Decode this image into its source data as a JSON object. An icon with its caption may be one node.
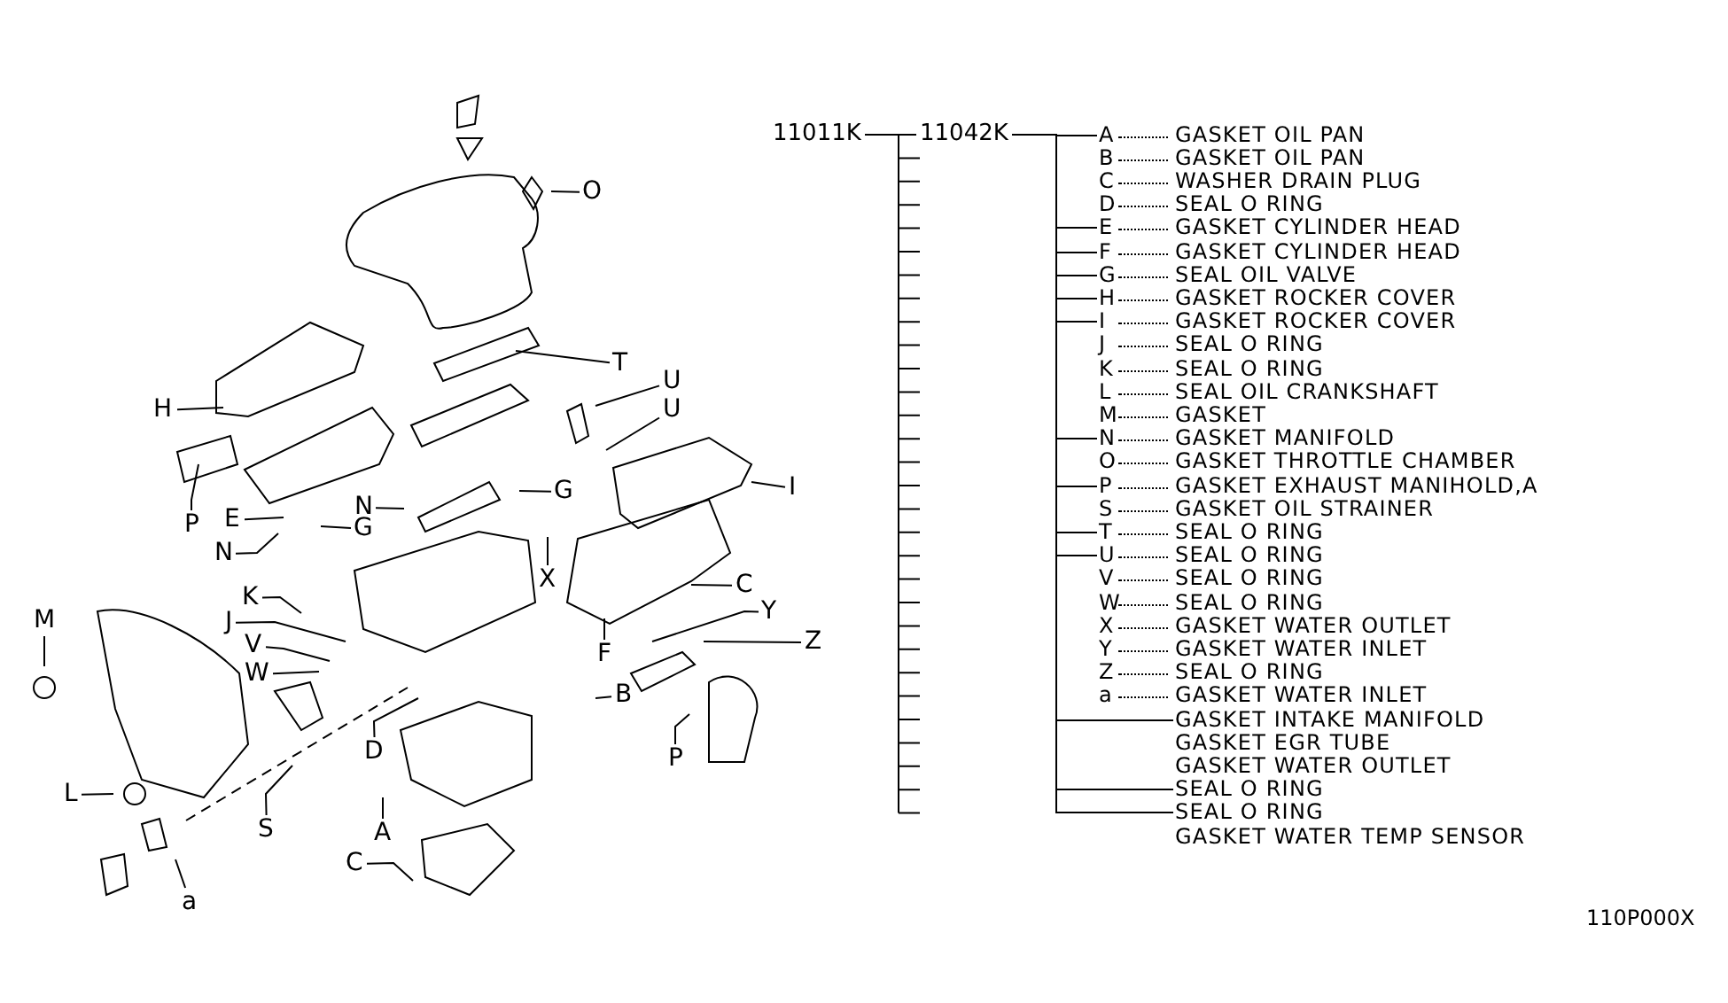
{
  "diagram": {
    "nodes": [
      {
        "text": [
          "11011K"
        ]
      },
      {
        "text": [
          "11042K"
        ]
      },
      {
        "text": [
          "A",
          "GASKET OIL PAN"
        ]
      },
      {
        "text": [
          "B",
          "GASKET OIL PAN"
        ]
      },
      {
        "text": [
          "C",
          "WASHER DRAIN PLUG"
        ]
      },
      {
        "text": [
          "D",
          "SEAL O RING"
        ]
      },
      {
        "text": [
          "E",
          "GASKET CYLINDER HEAD"
        ]
      },
      {
        "text": [
          "F",
          "GASKET CYLINDER HEAD"
        ]
      },
      {
        "text": [
          "G",
          "SEAL OIL VALVE"
        ]
      },
      {
        "text": [
          "H",
          "GASKET ROCKER COVER"
        ]
      },
      {
        "text": [
          "I",
          "GASKET ROCKER COVER"
        ]
      },
      {
        "text": [
          "J",
          "SEAL O RING"
        ]
      },
      {
        "text": [
          "K",
          "SEAL O RING"
        ]
      },
      {
        "text": [
          "L",
          "SEAL OIL CRANKSHAFT"
        ]
      },
      {
        "text": [
          "M",
          "GASKET"
        ]
      },
      {
        "text": [
          "N",
          "GASKET MANIFOLD"
        ]
      },
      {
        "text": [
          "O",
          "GASKET THROTTLE CHAMBER"
        ]
      },
      {
        "text": [
          "P",
          "GASKET EXHAUST MANIHOLD,A"
        ]
      },
      {
        "text": [
          "S",
          "GASKET OIL STRAINER"
        ]
      },
      {
        "text": [
          "T",
          "SEAL O RING"
        ]
      },
      {
        "text": [
          "U",
          "SEAL O RING"
        ]
      },
      {
        "text": [
          "V",
          "SEAL O RING"
        ]
      },
      {
        "text": [
          "W",
          "SEAL O RING"
        ]
      },
      {
        "text": [
          "X",
          "GASKET WATER OUTLET"
        ]
      },
      {
        "text": [
          "Y",
          "GASKET WATER INLET"
        ]
      },
      {
        "text": [
          "Z",
          "SEAL O RING"
        ]
      },
      {
        "text": [
          "a",
          "GASKET WATER INLET"
        ]
      },
      {
        "text": [
          "GASKET INTAKE MANIFOLD"
        ]
      },
      {
        "text": [
          "GASKET EGR TUBE"
        ]
      },
      {
        "text": [
          "GASKET WATER OUTLET"
        ]
      },
      {
        "text": [
          "SEAL O RING"
        ]
      },
      {
        "text": [
          "SEAL O RING"
        ]
      },
      {
        "text": [
          "GASKET WATER TEMP SENSOR"
        ]
      },
      {
        "text": [
          "O"
        ]
      },
      {
        "text": [
          "T"
        ]
      },
      {
        "text": [
          "U"
        ]
      },
      {
        "text": [
          "U"
        ]
      },
      {
        "text": [
          "H"
        ]
      },
      {
        "text": [
          "I"
        ]
      },
      {
        "text": [
          "P"
        ]
      },
      {
        "text": [
          "E"
        ]
      },
      {
        "text": [
          "G"
        ]
      },
      {
        "text": [
          "N"
        ]
      },
      {
        "text": [
          "N"
        ]
      },
      {
        "text": [
          "G"
        ]
      },
      {
        "text": [
          "X"
        ]
      },
      {
        "text": [
          "K"
        ]
      },
      {
        "text": [
          "J"
        ]
      },
      {
        "text": [
          "V"
        ]
      },
      {
        "text": [
          "W"
        ]
      },
      {
        "text": [
          "M"
        ]
      },
      {
        "text": [
          "C"
        ]
      },
      {
        "text": [
          "Y"
        ]
      },
      {
        "text": [
          "Z"
        ]
      },
      {
        "text": [
          "F"
        ]
      },
      {
        "text": [
          "B"
        ]
      },
      {
        "text": [
          "P"
        ]
      },
      {
        "text": [
          "D"
        ]
      },
      {
        "text": [
          "L"
        ]
      },
      {
        "text": [
          "S"
        ]
      },
      {
        "text": [
          "A"
        ]
      },
      {
        "text": [
          "C"
        ]
      },
      {
        "text": [
          "a"
        ]
      }
    ],
    "edges": [
      {
        "from": 0,
        "to": 1,
        "arrow": "none"
      },
      {
        "from": 1,
        "to": 2,
        "arrow": "none"
      },
      {
        "from": 1,
        "to": 6,
        "arrow": "none"
      },
      {
        "from": 1,
        "to": 7,
        "arrow": "none"
      },
      {
        "from": 1,
        "to": 8,
        "arrow": "none"
      },
      {
        "from": 1,
        "to": 9,
        "arrow": "none"
      },
      {
        "from": 1,
        "to": 10,
        "arrow": "none"
      },
      {
        "from": 1,
        "to": 15,
        "arrow": "none"
      },
      {
        "from": 1,
        "to": 17,
        "arrow": "none"
      },
      {
        "from": 1,
        "to": 19,
        "arrow": "none"
      },
      {
        "from": 1,
        "to": 20,
        "arrow": "none"
      },
      {
        "from": 1,
        "to": 27,
        "arrow": "none"
      },
      {
        "from": 1,
        "to": 30,
        "arrow": "none"
      },
      {
        "from": 1,
        "to": 31,
        "arrow": "none"
      },
      {
        "from": 33,
        "to": null,
        "arrow": "none"
      },
      {
        "from": 34,
        "to": null,
        "arrow": "none"
      },
      {
        "from": 35,
        "to": null,
        "arrow": "none"
      },
      {
        "from": 36,
        "to": null,
        "arrow": "none"
      },
      {
        "from": 37,
        "to": null,
        "arrow": "none"
      },
      {
        "from": 38,
        "to": null,
        "arrow": "none"
      },
      {
        "from": 39,
        "to": null,
        "arrow": "none"
      },
      {
        "from": 40,
        "to": null,
        "arrow": "none"
      },
      {
        "from": 41,
        "to": null,
        "arrow": "none"
      },
      {
        "from": 42,
        "to": null,
        "arrow": "none"
      },
      {
        "from": 43,
        "to": null,
        "arrow": "none"
      },
      {
        "from": 44,
        "to": null,
        "arrow": "none"
      },
      {
        "from": 45,
        "to": null,
        "arrow": "none"
      },
      {
        "from": 46,
        "to": null,
        "arrow": "none"
      },
      {
        "from": 47,
        "to": null,
        "arrow": "none"
      },
      {
        "from": 48,
        "to": null,
        "arrow": "none"
      },
      {
        "from": 49,
        "to": null,
        "arrow": "none"
      },
      {
        "from": 50,
        "to": null,
        "arrow": "none"
      },
      {
        "from": 51,
        "to": null,
        "arrow": "none"
      },
      {
        "from": 52,
        "to": null,
        "arrow": "none"
      },
      {
        "from": 53,
        "to": null,
        "arrow": "none"
      },
      {
        "from": 54,
        "to": null,
        "arrow": "none"
      },
      {
        "from": 55,
        "to": null,
        "arrow": "none"
      },
      {
        "from": 56,
        "to": null,
        "arrow": "none"
      },
      {
        "from": 57,
        "to": null,
        "arrow": "none"
      },
      {
        "from": 58,
        "to": null,
        "arrow": "none"
      },
      {
        "from": 59,
        "to": null,
        "arrow": "none"
      },
      {
        "from": 60,
        "to": null,
        "arrow": "none"
      },
      {
        "from": 61,
        "to": null,
        "arrow": "none"
      },
      {
        "from": 62,
        "to": null,
        "arrow": "none"
      }
    ],
    "labels": [
      "110P000X"
    ]
  }
}
